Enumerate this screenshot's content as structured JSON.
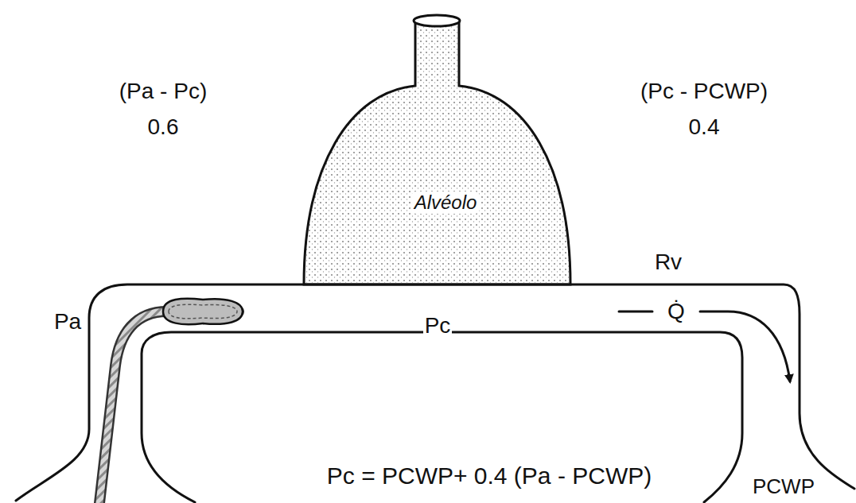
{
  "diagram": {
    "nodes": [
      {
        "text": [
          "Alvéolo"
        ]
      }
    ],
    "labels": [
      "(Pa - Pc)",
      "0.6",
      "(Pc - PCWP)",
      "0.4",
      "Rv",
      "Pa",
      "Pc",
      "Q̇",
      "PCWP",
      "Pc = PCWP+ 0.4 (Pa - PCWP)"
    ]
  }
}
